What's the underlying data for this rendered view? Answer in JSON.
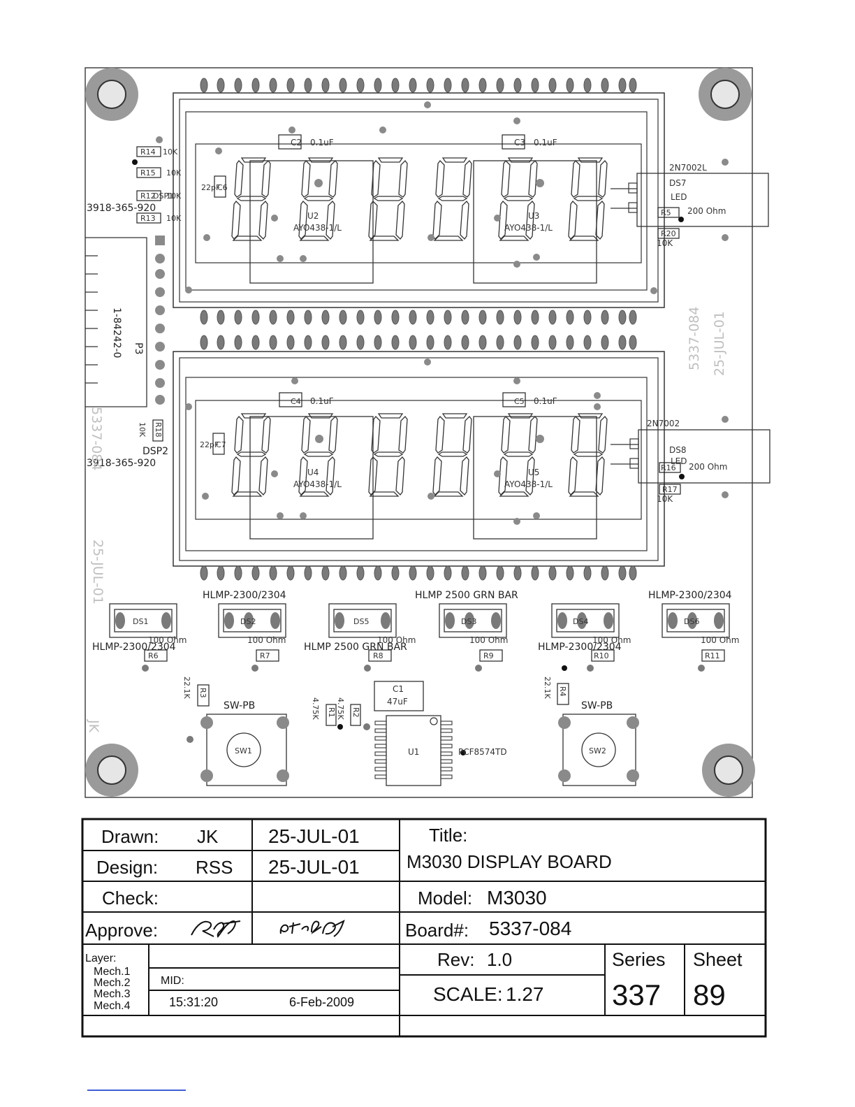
{
  "board": {
    "resistors": [
      "R14",
      "R15",
      "R12",
      "R13",
      "R5",
      "R20",
      "R18",
      "R16",
      "R17",
      "R6",
      "R7",
      "R8",
      "R9",
      "R10",
      "R11",
      "R3",
      "R4",
      "R1",
      "R2"
    ],
    "resistor_values": {
      "r14": "10K",
      "r15": "10K",
      "r12": "10K",
      "r13": "10K",
      "r5": "200 Ohm",
      "r20": "10K",
      "r18": "10K",
      "r16": "200 Ohm",
      "r17": "10K",
      "r6": "100 Ohm",
      "r7": "100 Ohm",
      "r8": "100 Ohm",
      "r9": "100 Ohm",
      "r10": "100 Ohm",
      "r11": "100 Ohm",
      "r3": "22.1K",
      "r4": "22.1K",
      "r1": "4.75K",
      "r2": "4.75K"
    },
    "capacitors": {
      "c2": "C2",
      "c2_val": "0.1uF",
      "c3": "C3",
      "c3_val": "0.1uF",
      "c4": "C4",
      "c4_val": "0.1uF",
      "c5": "C5",
      "c5_val": "0.1uF",
      "c6": "C6",
      "c6_val": "22pF",
      "c7": "C7",
      "c7_val": "22pF",
      "c1": "C1",
      "c1_val": "47uF"
    },
    "displays": {
      "u2": "U2",
      "u3": "U3",
      "u4": "U4",
      "u5": "U5",
      "part": "AYO438-1/L"
    },
    "dsp1_label": "DSP1",
    "dsp1_part": "3918-365-920",
    "dsp2_label": "DSP2",
    "dsp2_part": "3918-365-920",
    "p3_label": "P3",
    "p3_part": "1-84242-0",
    "ds7": "DS7",
    "ds7_led": "LED",
    "ds8": "DS8",
    "ds8_led": "LED",
    "q1_part": "2N7002L",
    "q2_part": "2N7002",
    "leds": [
      "DS1",
      "DS2",
      "DS5",
      "DS3",
      "DS4",
      "DS6"
    ],
    "led_parts": {
      "top_a": "HLMP-2300/2304",
      "top_b": "HLMP 2500 GRN BAR",
      "top_c": "HLMP-2300/2304",
      "bot_a": "HLMP-2300/2304",
      "bot_b": "HLMP 2500 GRN BAR",
      "bot_c": "HLMP-2300/2304"
    },
    "switches": {
      "sw1": "SW1",
      "sw2": "SW2",
      "type": "SW-PB"
    },
    "ic": {
      "ref": "U1",
      "part": "PCF8574TD"
    },
    "side_text": {
      "board_no": "5337-084",
      "date": "25-JUL-01",
      "initials": "JK"
    }
  },
  "title_block": {
    "drawn_label": "Drawn:",
    "drawn_by": "JK",
    "drawn_date": "25-JUL-01",
    "design_label": "Design:",
    "design_by": "RSS",
    "design_date": "25-JUL-01",
    "check_label": "Check:",
    "approve_label": "Approve:",
    "title_label": "Title:",
    "title": "M3030  DISPLAY  BOARD",
    "model_label": "Model:",
    "model": "M3030",
    "board_label": "Board#:",
    "board": "5337-084",
    "layer_label": "Layer:",
    "layers": [
      "Mech.1",
      "Mech.2",
      "Mech.3",
      "Mech.4"
    ],
    "mid_label": "MID:",
    "time": "15:31:20",
    "date": "6-Feb-2009",
    "rev_label": "Rev:",
    "rev": "1.0",
    "scale_label": "SCALE:",
    "scale": "1.27",
    "series_label": "Series",
    "series": "337",
    "sheet_label": "Sheet",
    "sheet": "89"
  }
}
